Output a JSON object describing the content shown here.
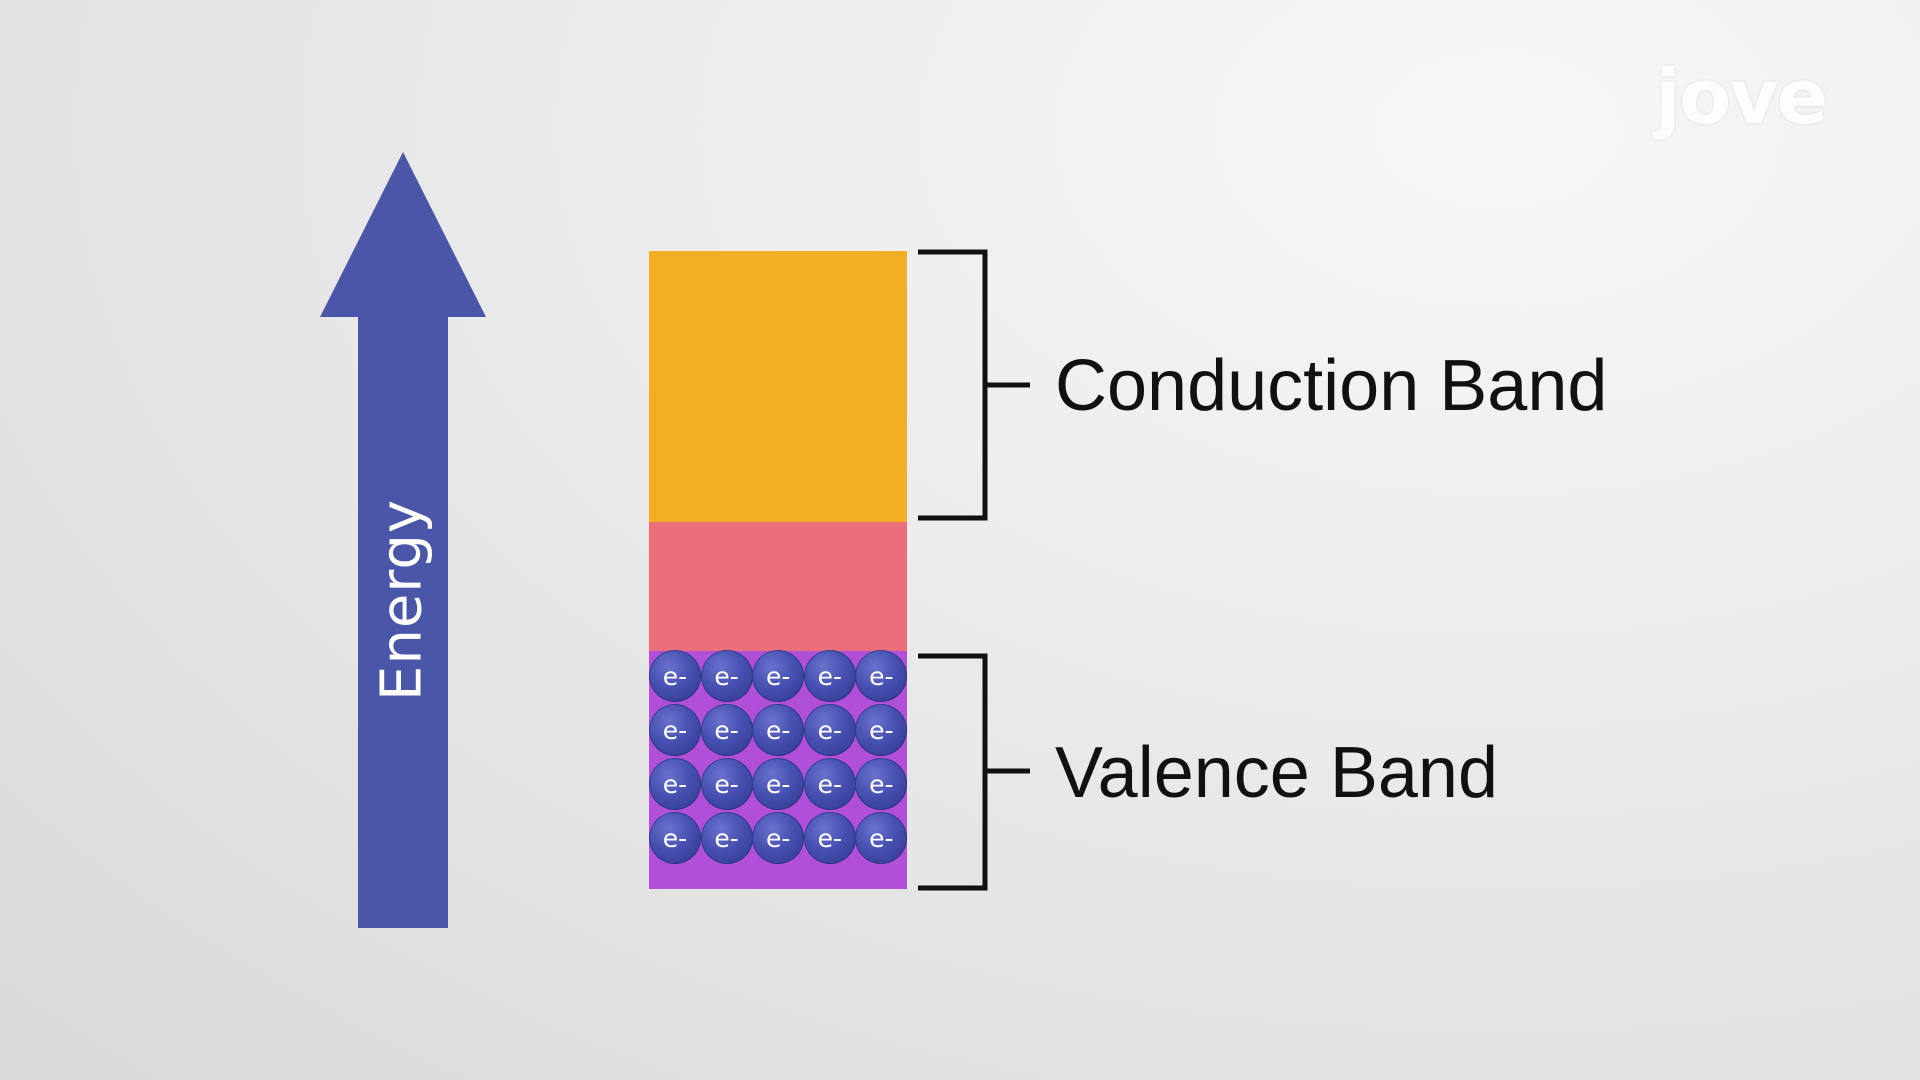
{
  "diagram": {
    "axis_label": "Energy",
    "bands": {
      "conduction_label": "Conduction Band",
      "valence_label": "Valence Band"
    },
    "electron_label": "e-",
    "electron_rows": 4,
    "electron_cols": 5
  },
  "colors": {
    "arrow": "#4a57a8",
    "conduction_band": "#f2ae24",
    "band_gap": "#eb6f7a",
    "valence_band": "#b24fd9",
    "electron": "#4650b0"
  },
  "logo": {
    "text": "jove"
  }
}
